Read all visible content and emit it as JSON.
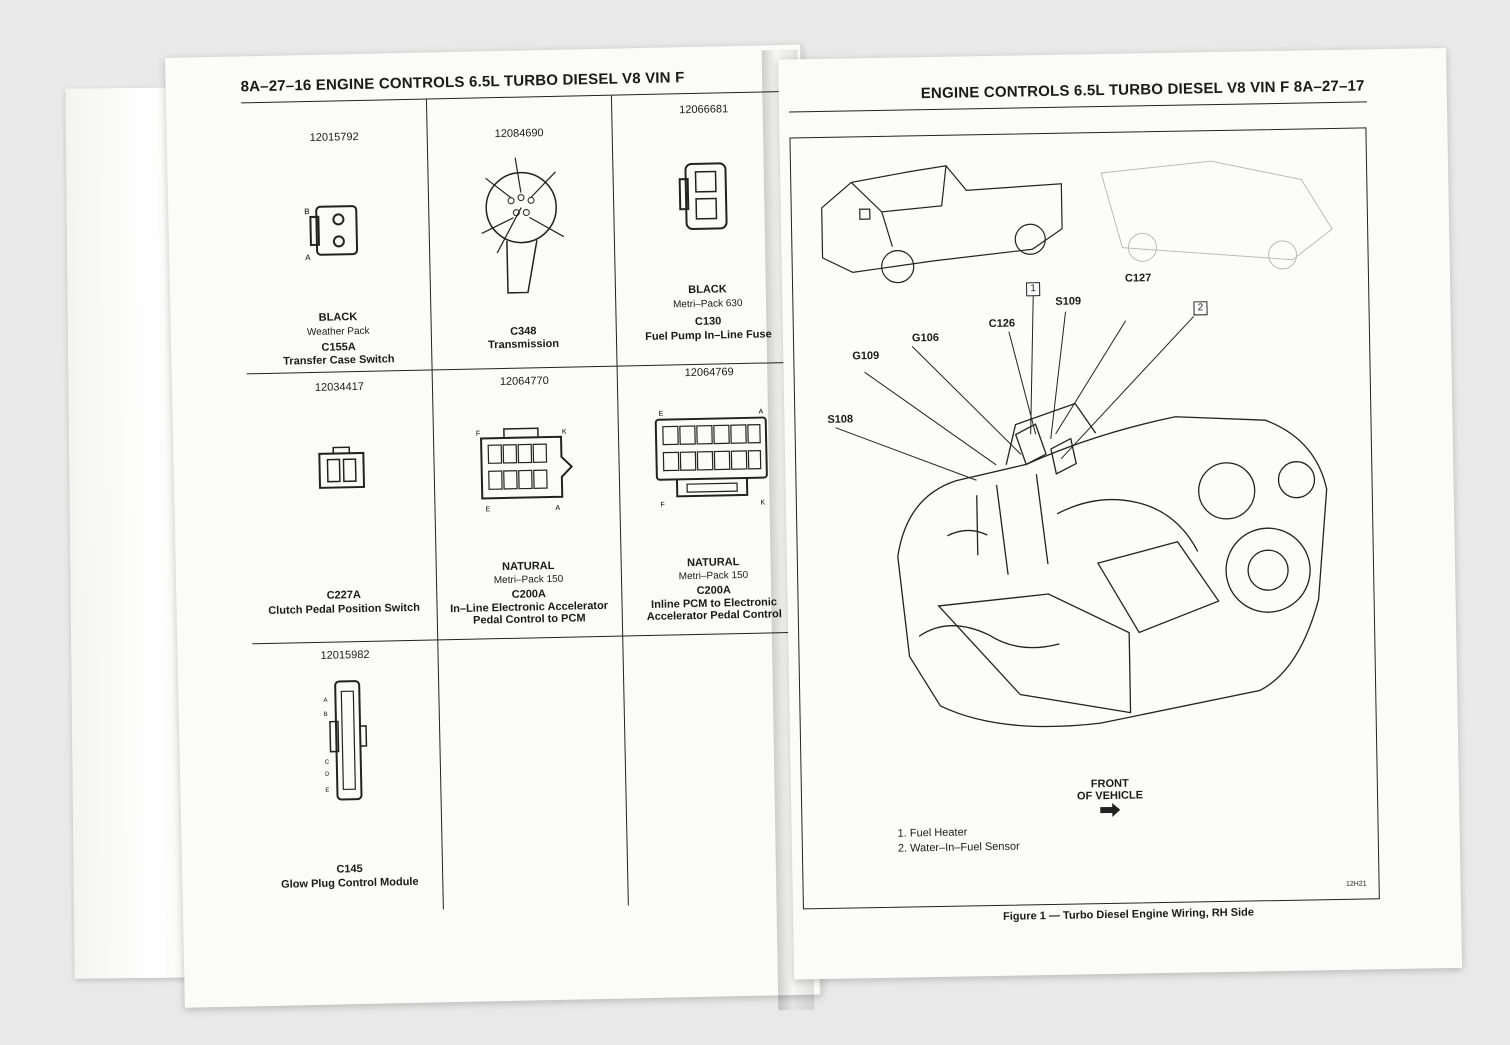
{
  "left_page": {
    "header": "8A–27–16  ENGINE CONTROLS 6.5L TURBO DIESEL V8 VIN F",
    "connectors": [
      {
        "part": "12015792",
        "color": "BLACK",
        "type": "Weather Pack",
        "id": "C155A",
        "name": "Transfer Case Switch",
        "pin_labels": [
          "B",
          "A"
        ]
      },
      {
        "part": "12084690",
        "color": "",
        "type": "",
        "id": "C348",
        "name": "Transmission"
      },
      {
        "part": "12066681",
        "color": "BLACK",
        "type": "Metri–Pack 630",
        "id": "C130",
        "name": "Fuel Pump In–Line Fuse"
      },
      {
        "part": "12034417",
        "color": "",
        "type": "",
        "id": "C227A",
        "name": "Clutch Pedal Position Switch"
      },
      {
        "part": "12064770",
        "color": "NATURAL",
        "type": "Metri–Pack 150",
        "id": "C200A",
        "name": "In–Line Electronic Accelerator Pedal Control to PCM",
        "pin_labels": [
          "F",
          "K",
          "E",
          "A"
        ]
      },
      {
        "part": "12064769",
        "color": "NATURAL",
        "type": "Metri–Pack 150",
        "id": "C200A",
        "name": "Inline PCM to Electronic Accelerator Pedal Control",
        "pin_labels": [
          "E",
          "A",
          "F",
          "K"
        ]
      },
      {
        "part": "12015982",
        "color": "",
        "type": "",
        "id": "C145",
        "name": "Glow Plug Control Module",
        "pin_labels": [
          "A",
          "B",
          "C",
          "D",
          "E"
        ]
      }
    ]
  },
  "right_page": {
    "header": "ENGINE CONTROLS 6.5L TURBO DIESEL V8 VIN F 8A–27–17",
    "callouts": [
      "C127",
      "S109",
      "C126",
      "G106",
      "G109",
      "S108"
    ],
    "number_boxes": [
      "1",
      "2"
    ],
    "legend": [
      "1.  Fuel Heater",
      "2.  Water–In–Fuel Sensor"
    ],
    "front_label": [
      "FRONT",
      "OF VEHICLE"
    ],
    "figure_code": "12H21",
    "caption": "Figure 1 — Turbo Diesel Engine Wiring, RH Side"
  },
  "colors": {
    "ink": "#1a1a1a",
    "paper": "#fbfbfa",
    "background": "#e9e9e9"
  }
}
